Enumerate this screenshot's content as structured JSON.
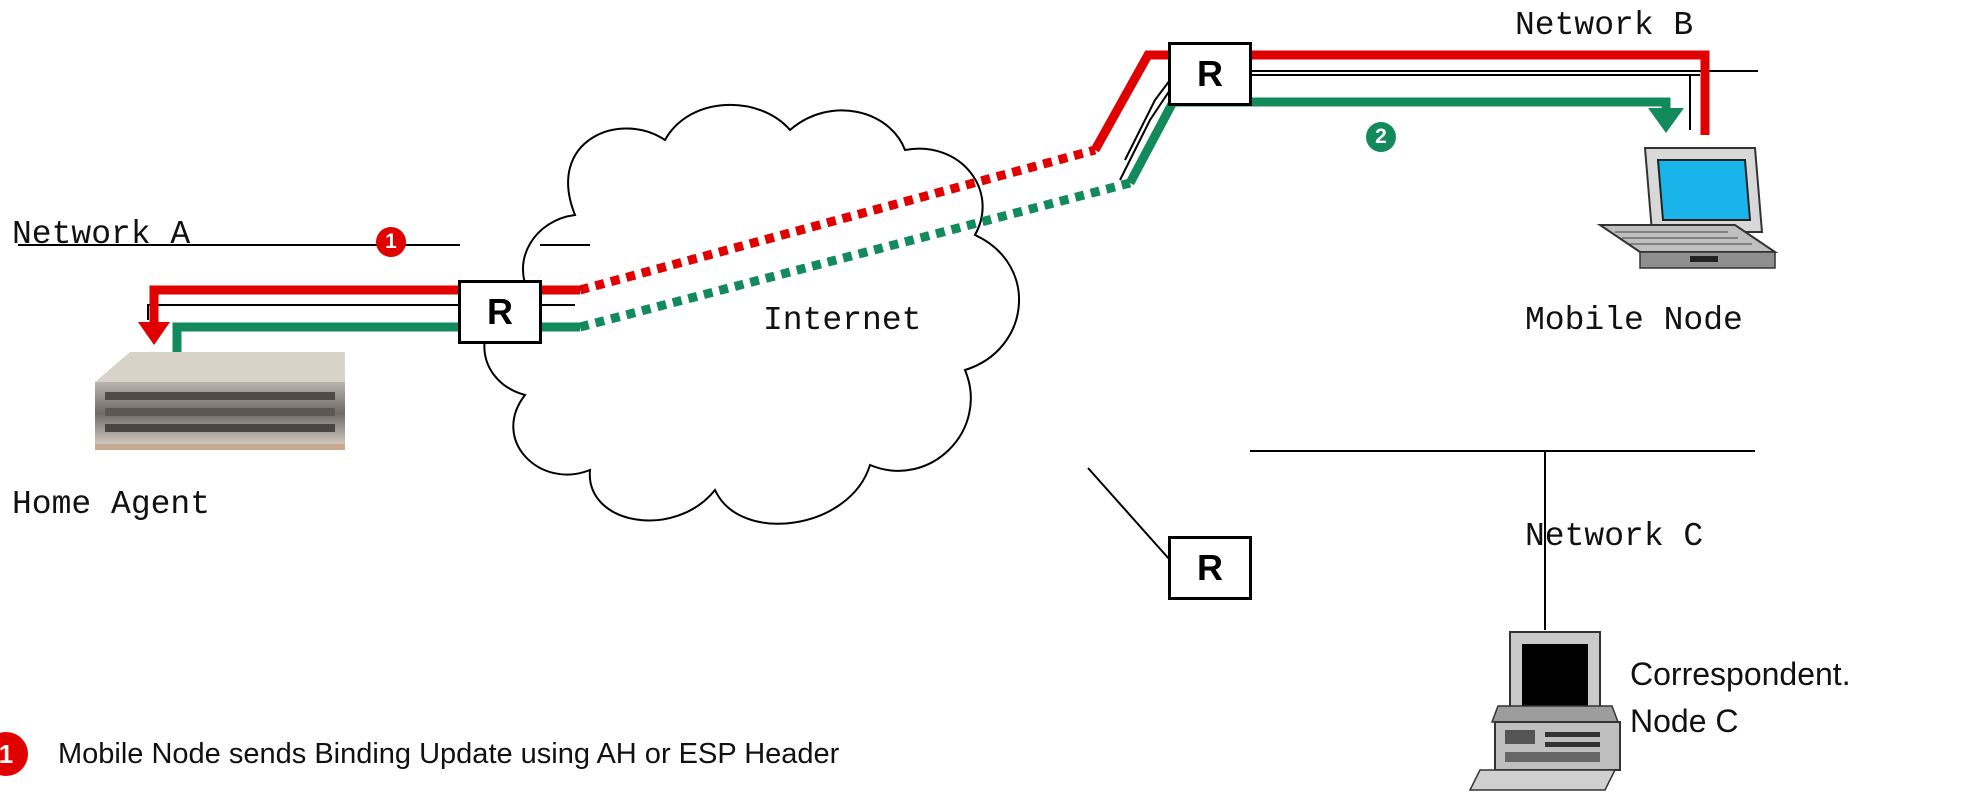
{
  "labels": {
    "network_a": "Network A",
    "network_b": "Network B",
    "network_c": "Network C",
    "internet": "Internet",
    "home_agent": "Home Agent",
    "mobile_node": "Mobile Node",
    "correspondent_line1": "Correspondent.",
    "correspondent_line2": "Node C"
  },
  "router_label": "R",
  "steps": {
    "step1_badge": "1",
    "step2_badge": "2",
    "step1_text": "Mobile Node sends Binding Update using AH or ESP Header"
  },
  "colors": {
    "step1_path": "#e00000",
    "step2_path": "#138a5b",
    "link": "#000000"
  }
}
